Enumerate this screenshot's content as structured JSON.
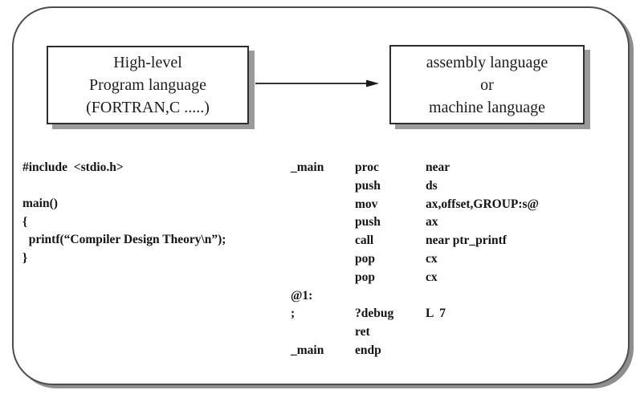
{
  "figure": {
    "source_box": {
      "lines": [
        "High-level",
        "Program language",
        "(FORTRAN,C .....)"
      ]
    },
    "target_box": {
      "lines": [
        "assembly language",
        "or",
        "machine language"
      ]
    }
  },
  "icons": {
    "arrow": "right-arrow"
  },
  "c_code": {
    "lines": [
      "#include  <stdio.h>",
      "",
      "main()",
      "{",
      "  printf(“Compiler Design Theory\\n”);",
      "}"
    ]
  },
  "asm_code": {
    "rows": [
      {
        "label": "_main",
        "op": "proc",
        "operand": "near"
      },
      {
        "label": "",
        "op": "push",
        "operand": "ds"
      },
      {
        "label": "",
        "op": "mov",
        "operand": "ax,offset,GROUP:s@"
      },
      {
        "label": "",
        "op": "push",
        "operand": "ax"
      },
      {
        "label": "",
        "op": "call",
        "operand": "near ptr_printf"
      },
      {
        "label": "",
        "op": "pop",
        "operand": "cx"
      },
      {
        "label": "",
        "op": "pop",
        "operand": "cx"
      },
      {
        "label": "@1:",
        "op": "",
        "operand": ""
      },
      {
        "label": ";",
        "op": "?debug",
        "operand": "L  7"
      },
      {
        "label": "",
        "op": "ret",
        "operand": ""
      },
      {
        "label": "_main",
        "op": "endp",
        "operand": ""
      }
    ]
  },
  "colors": {
    "background": "#ffffff",
    "text": "#141414",
    "box_border": "#2e2e2e",
    "frame_border": "#4d4d4d",
    "shadow": "#9b9b9b"
  }
}
